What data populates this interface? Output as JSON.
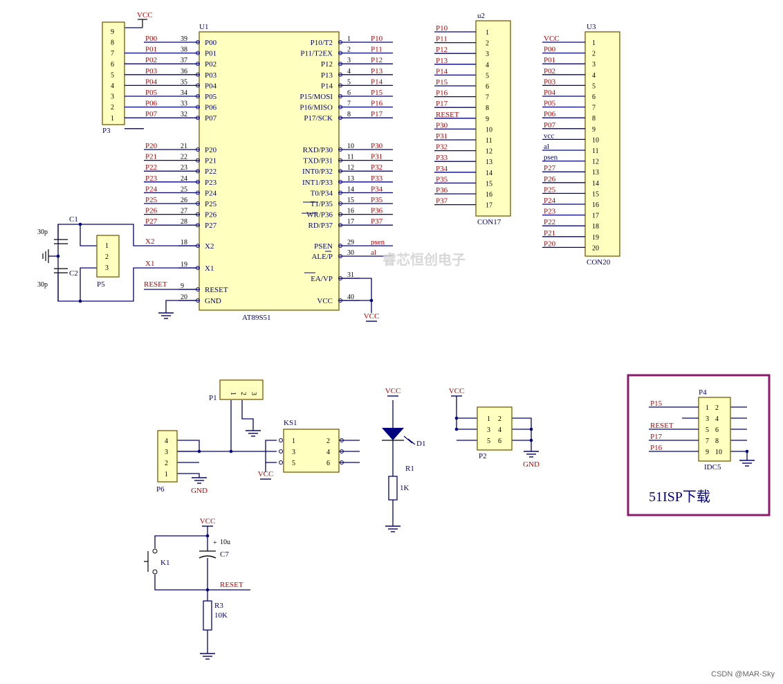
{
  "mcu": {
    "ref": "U1",
    "part": "AT89S51",
    "left_pins": [
      {
        "num": "39",
        "name": "P00",
        "net": "P00"
      },
      {
        "num": "38",
        "name": "P01",
        "net": "P01"
      },
      {
        "num": "37",
        "name": "P02",
        "net": "P02"
      },
      {
        "num": "36",
        "name": "P03",
        "net": "P03"
      },
      {
        "num": "35",
        "name": "P04",
        "net": "P04"
      },
      {
        "num": "34",
        "name": "P05",
        "net": "P05"
      },
      {
        "num": "33",
        "name": "P06",
        "net": "P06"
      },
      {
        "num": "32",
        "name": "P07",
        "net": "P07"
      },
      {
        "num": "21",
        "name": "P20",
        "net": "P20"
      },
      {
        "num": "22",
        "name": "P21",
        "net": "P21"
      },
      {
        "num": "23",
        "name": "P22",
        "net": "P22"
      },
      {
        "num": "24",
        "name": "P23",
        "net": "P23"
      },
      {
        "num": "25",
        "name": "P24",
        "net": "P24"
      },
      {
        "num": "26",
        "name": "P25",
        "net": "P25"
      },
      {
        "num": "27",
        "name": "P26",
        "net": "P26"
      },
      {
        "num": "28",
        "name": "P27",
        "net": "P27"
      },
      {
        "num": "18",
        "name": "X2",
        "net": "X2"
      },
      {
        "num": "19",
        "name": "X1",
        "net": "X1"
      },
      {
        "num": "9",
        "name": "RESET",
        "net": "RESET"
      },
      {
        "num": "20",
        "name": "GND",
        "net": ""
      }
    ],
    "right_pins": [
      {
        "num": "1",
        "name": "P10/T2",
        "net": "P10"
      },
      {
        "num": "2",
        "name": "P11/T2EX",
        "net": "P11"
      },
      {
        "num": "3",
        "name": "P12",
        "net": "P12"
      },
      {
        "num": "4",
        "name": "P13",
        "net": "P13"
      },
      {
        "num": "5",
        "name": "P14",
        "net": "P14"
      },
      {
        "num": "6",
        "name": "P15/MOSI",
        "net": "P15"
      },
      {
        "num": "7",
        "name": "P16/MISO",
        "net": "P16"
      },
      {
        "num": "8",
        "name": "P17/SCK",
        "net": "P17"
      },
      {
        "num": "10",
        "name": "RXD/P30",
        "net": "P30"
      },
      {
        "num": "11",
        "name": "TXD/P31",
        "net": "P31"
      },
      {
        "num": "12",
        "name": "INT0/P32",
        "net": "P32"
      },
      {
        "num": "13",
        "name": "INT1/P33",
        "net": "P33"
      },
      {
        "num": "14",
        "name": "T0/P34",
        "net": "P34"
      },
      {
        "num": "15",
        "name": "T1/P35",
        "net": "P35"
      },
      {
        "num": "16",
        "name": "WR/P36",
        "net": "P36"
      },
      {
        "num": "17",
        "name": "RD/P37",
        "net": "P37"
      },
      {
        "num": "29",
        "name": "PSEN",
        "net": "psen"
      },
      {
        "num": "30",
        "name": "ALE/P",
        "net": "al"
      },
      {
        "num": "31",
        "name": "EA/VP",
        "net": ""
      },
      {
        "num": "40",
        "name": "VCC",
        "net": ""
      }
    ]
  },
  "p3": {
    "ref": "P3",
    "power": "VCC",
    "pins": [
      {
        "num": "9",
        "net": ""
      },
      {
        "num": "8",
        "net": "P00"
      },
      {
        "num": "7",
        "net": "P01"
      },
      {
        "num": "6",
        "net": "P02"
      },
      {
        "num": "5",
        "net": "P03"
      },
      {
        "num": "4",
        "net": "P04"
      },
      {
        "num": "3",
        "net": "P05"
      },
      {
        "num": "2",
        "net": "P06"
      },
      {
        "num": "1",
        "net": "P07"
      }
    ]
  },
  "u2": {
    "ref": "u2",
    "part": "CON17",
    "pins": [
      {
        "num": "1",
        "net": "P10"
      },
      {
        "num": "2",
        "net": "P11"
      },
      {
        "num": "3",
        "net": "P12"
      },
      {
        "num": "4",
        "net": "P13"
      },
      {
        "num": "5",
        "net": "P14"
      },
      {
        "num": "6",
        "net": "P15"
      },
      {
        "num": "7",
        "net": "P16"
      },
      {
        "num": "8",
        "net": "P17"
      },
      {
        "num": "9",
        "net": "RESET"
      },
      {
        "num": "10",
        "net": "P30"
      },
      {
        "num": "11",
        "net": "P31"
      },
      {
        "num": "12",
        "net": "P32"
      },
      {
        "num": "13",
        "net": "P33"
      },
      {
        "num": "14",
        "net": "P34"
      },
      {
        "num": "15",
        "net": "P35"
      },
      {
        "num": "16",
        "net": "P36"
      },
      {
        "num": "17",
        "net": "P37"
      }
    ]
  },
  "u3": {
    "ref": "U3",
    "part": "CON20",
    "pins": [
      {
        "num": "1",
        "net": "VCC"
      },
      {
        "num": "2",
        "net": "P00"
      },
      {
        "num": "3",
        "net": "P01"
      },
      {
        "num": "4",
        "net": "P02"
      },
      {
        "num": "5",
        "net": "P03"
      },
      {
        "num": "6",
        "net": "P04"
      },
      {
        "num": "7",
        "net": "P05"
      },
      {
        "num": "8",
        "net": "P06"
      },
      {
        "num": "9",
        "net": "P07"
      },
      {
        "num": "10",
        "net": "vcc"
      },
      {
        "num": "11",
        "net": "al"
      },
      {
        "num": "12",
        "net": "psen"
      },
      {
        "num": "13",
        "net": "P27"
      },
      {
        "num": "14",
        "net": "P26"
      },
      {
        "num": "15",
        "net": "P25"
      },
      {
        "num": "16",
        "net": "P24"
      },
      {
        "num": "17",
        "net": "P23"
      },
      {
        "num": "18",
        "net": "P22"
      },
      {
        "num": "19",
        "net": "P21"
      },
      {
        "num": "20",
        "net": "P20"
      }
    ]
  },
  "crystal": {
    "c1_ref": "C1",
    "c2_ref": "C2",
    "c1_val": "30p",
    "c2_val": "30p",
    "p5_ref": "P5",
    "p5_pins": [
      "1",
      "2",
      "3"
    ],
    "x2": "X2",
    "x1": "X1",
    "reset": "RESET"
  },
  "power_labels": {
    "vcc": "VCC",
    "gnd": "GND"
  },
  "p1": {
    "ref": "P1",
    "pins": [
      "1",
      "2",
      "3"
    ]
  },
  "p6": {
    "ref": "P6",
    "pins": [
      "4",
      "3",
      "2",
      "1"
    ]
  },
  "ks1": {
    "ref": "KS1",
    "left": [
      "1",
      "3",
      "5"
    ],
    "right": [
      "2",
      "4",
      "6"
    ]
  },
  "led": {
    "ref": "D1",
    "r_ref": "R1",
    "r_val": "1K"
  },
  "p2": {
    "ref": "P2",
    "pins": [
      [
        "1",
        "2"
      ],
      [
        "3",
        "4"
      ],
      [
        "5",
        "6"
      ]
    ]
  },
  "reset_circuit": {
    "k_ref": "K1",
    "c_ref": "C7",
    "c_val": "10u",
    "plus": "+",
    "r_ref": "R3",
    "r_val": "10K",
    "net": "RESET"
  },
  "isp": {
    "ref": "P4",
    "part": "IDC5",
    "title": "51ISP下载",
    "nets": [
      "P15",
      "",
      "RESET",
      "P17",
      "P16"
    ],
    "pins": [
      [
        "1",
        "2"
      ],
      [
        "3",
        "4"
      ],
      [
        "5",
        "6"
      ],
      [
        "7",
        "8"
      ],
      [
        "9",
        "10"
      ]
    ]
  },
  "watermark": "睿芯恒创电子",
  "credit": "CSDN @MAR-Sky",
  "colors": {
    "component_fill": "#ffffc0",
    "wire": "#000080",
    "net_label": "#c00000",
    "isp_frame": "#8b1a6b"
  }
}
